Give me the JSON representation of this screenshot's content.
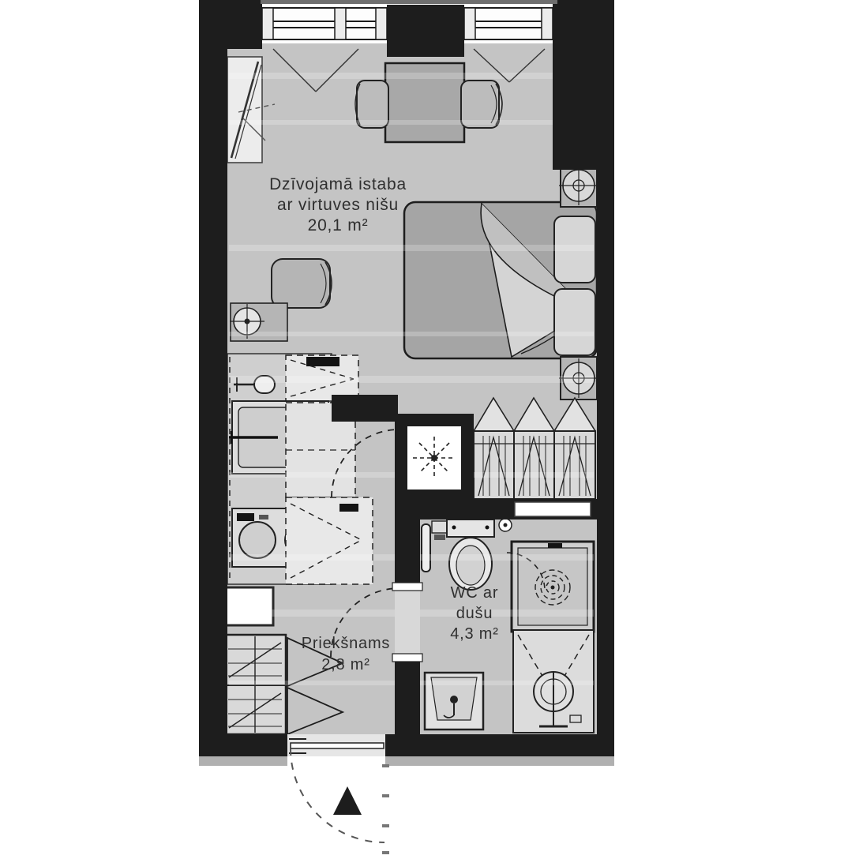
{
  "rooms": {
    "living": {
      "line1": "Dzīvojamā istaba",
      "line2": "ar virtuves nišu",
      "area": "20,1 m²"
    },
    "wc": {
      "line1": "WC ar",
      "line2": "dušu",
      "area": "4,3 m²"
    },
    "hall": {
      "line1": "Priekšnams",
      "area": "2,8 m²"
    }
  },
  "colors": {
    "wall": "#1d1d1d",
    "floor": "#c4c4c4",
    "furniture": "#b3b3b3",
    "window": "#fdfdfd",
    "text": "#2f2f2f",
    "background": "#ffffff"
  },
  "symbols": [
    "window",
    "window-opening-mark",
    "radiator",
    "dining-table",
    "chair",
    "armchair",
    "side-table",
    "floor-lamp",
    "bed",
    "pillow",
    "nightstand",
    "table-lamp",
    "kitchen-tap",
    "fridge",
    "kitchen-sink",
    "kitchen-cabinets",
    "cooktop",
    "door-swing-arc",
    "ventilation-shaft",
    "wardrobe",
    "towel-radiator",
    "toilet",
    "spotlight",
    "shower",
    "washbasin",
    "washing-machine",
    "wall-niche",
    "mirror",
    "shoe-cabinet",
    "entrance-door",
    "entrance-arrow"
  ]
}
